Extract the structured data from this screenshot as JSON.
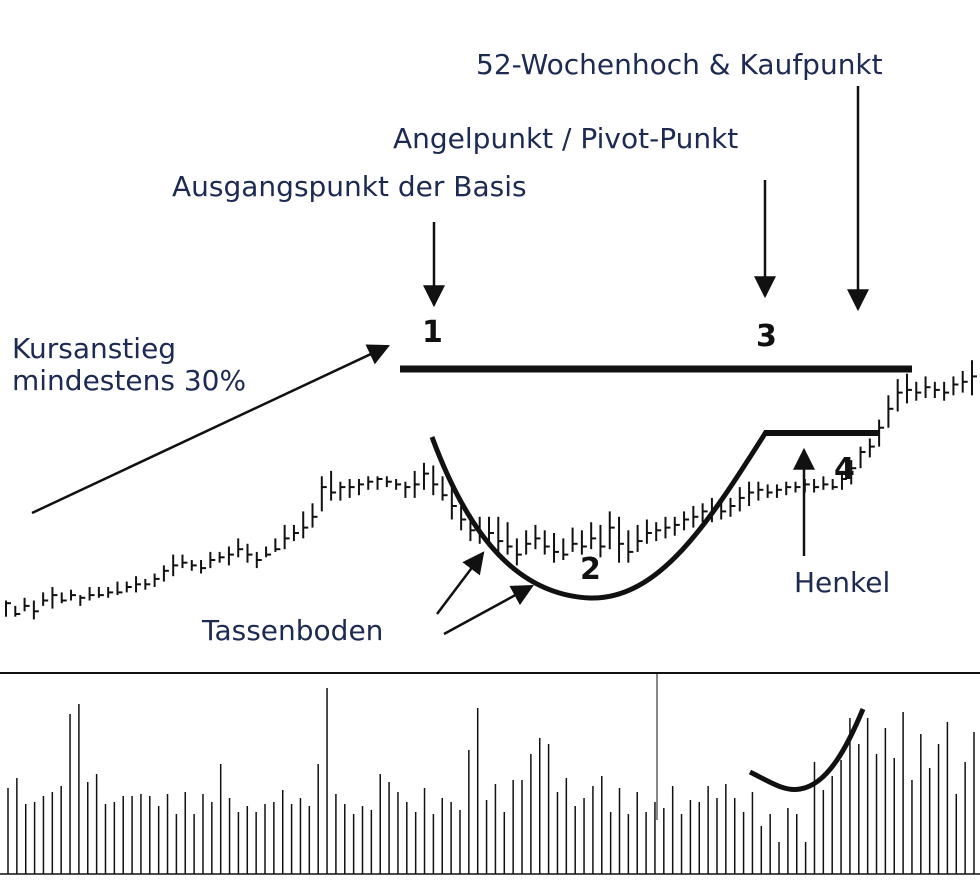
{
  "annotations": {
    "kaufpunkt": "52-Wochenhoch & Kaufpunkt",
    "pivot": "Angelpunkt / Pivot-Punkt",
    "basis": "Ausgangspunkt der Basis",
    "kursanstieg_line1": "Kursanstieg",
    "kursanstieg_line2": "mindestens 30%",
    "tassenboden": "Tassenboden",
    "henkel": "Henkel"
  },
  "markers": {
    "m1": "1",
    "m2": "2",
    "m3": "3",
    "m4": "4"
  },
  "colors": {
    "text": "#1d2a52",
    "ink": "#111111",
    "background": "#ffffff"
  },
  "chart_data": [
    {
      "type": "ohlc",
      "pattern": "cup with handle",
      "panel": "price",
      "y_scale": "relative (no axis printed)",
      "bars": [
        [
          0.35,
          0.29,
          0.34
        ],
        [
          0.33,
          0.29,
          0.3
        ],
        [
          0.36,
          0.31,
          0.33
        ],
        [
          0.35,
          0.28,
          0.31
        ],
        [
          0.38,
          0.33,
          0.35
        ],
        [
          0.4,
          0.32,
          0.37
        ],
        [
          0.38,
          0.34,
          0.35
        ],
        [
          0.39,
          0.35,
          0.37
        ],
        [
          0.37,
          0.33,
          0.36
        ],
        [
          0.4,
          0.35,
          0.37
        ],
        [
          0.4,
          0.36,
          0.37
        ],
        [
          0.4,
          0.36,
          0.38
        ],
        [
          0.42,
          0.37,
          0.38
        ],
        [
          0.42,
          0.38,
          0.4
        ],
        [
          0.44,
          0.38,
          0.41
        ],
        [
          0.43,
          0.39,
          0.41
        ],
        [
          0.45,
          0.4,
          0.43
        ],
        [
          0.48,
          0.42,
          0.46
        ],
        [
          0.52,
          0.44,
          0.48
        ],
        [
          0.52,
          0.47,
          0.49
        ],
        [
          0.5,
          0.46,
          0.48
        ],
        [
          0.5,
          0.45,
          0.47
        ],
        [
          0.53,
          0.47,
          0.5
        ],
        [
          0.53,
          0.49,
          0.51
        ],
        [
          0.55,
          0.48,
          0.52
        ],
        [
          0.58,
          0.51,
          0.54
        ],
        [
          0.56,
          0.49,
          0.52
        ],
        [
          0.53,
          0.47,
          0.5
        ],
        [
          0.55,
          0.51,
          0.52
        ],
        [
          0.58,
          0.53,
          0.54
        ],
        [
          0.63,
          0.54,
          0.58
        ],
        [
          0.63,
          0.57,
          0.6
        ],
        [
          0.68,
          0.58,
          0.62
        ],
        [
          0.71,
          0.62,
          0.66
        ],
        [
          0.81,
          0.68,
          0.77
        ],
        [
          0.83,
          0.72,
          0.75
        ],
        [
          0.79,
          0.72,
          0.77
        ],
        [
          0.8,
          0.73,
          0.77
        ],
        [
          0.8,
          0.74,
          0.78
        ],
        [
          0.81,
          0.76,
          0.79
        ],
        [
          0.81,
          0.76,
          0.8
        ],
        [
          0.81,
          0.77,
          0.79
        ],
        [
          0.8,
          0.76,
          0.78
        ],
        [
          0.79,
          0.73,
          0.77
        ],
        [
          0.83,
          0.73,
          0.78
        ],
        [
          0.86,
          0.76,
          0.82
        ],
        [
          0.85,
          0.74,
          0.78
        ],
        [
          0.81,
          0.72,
          0.74
        ],
        [
          0.77,
          0.65,
          0.7
        ],
        [
          0.7,
          0.61,
          0.65
        ],
        [
          0.67,
          0.57,
          0.61
        ],
        [
          0.66,
          0.56,
          0.59
        ],
        [
          0.66,
          0.56,
          0.6
        ],
        [
          0.66,
          0.52,
          0.57
        ],
        [
          0.64,
          0.52,
          0.55
        ],
        [
          0.58,
          0.48,
          0.52
        ],
        [
          0.61,
          0.52,
          0.56
        ],
        [
          0.63,
          0.54,
          0.58
        ],
        [
          0.61,
          0.52,
          0.55
        ],
        [
          0.6,
          0.49,
          0.53
        ],
        [
          0.58,
          0.5,
          0.52
        ],
        [
          0.62,
          0.53,
          0.56
        ],
        [
          0.61,
          0.52,
          0.55
        ],
        [
          0.64,
          0.54,
          0.58
        ],
        [
          0.63,
          0.51,
          0.55
        ],
        [
          0.68,
          0.54,
          0.62
        ],
        [
          0.66,
          0.49,
          0.56
        ],
        [
          0.61,
          0.49,
          0.53
        ],
        [
          0.63,
          0.53,
          0.57
        ],
        [
          0.65,
          0.56,
          0.6
        ],
        [
          0.64,
          0.57,
          0.61
        ],
        [
          0.66,
          0.58,
          0.62
        ],
        [
          0.66,
          0.59,
          0.63
        ],
        [
          0.68,
          0.61,
          0.65
        ],
        [
          0.7,
          0.62,
          0.66
        ],
        [
          0.71,
          0.64,
          0.68
        ],
        [
          0.73,
          0.64,
          0.69
        ],
        [
          0.72,
          0.65,
          0.68
        ],
        [
          0.73,
          0.66,
          0.7
        ],
        [
          0.77,
          0.68,
          0.73
        ],
        [
          0.79,
          0.7,
          0.75
        ],
        [
          0.79,
          0.72,
          0.76
        ],
        [
          0.78,
          0.73,
          0.75
        ],
        [
          0.78,
          0.73,
          0.76
        ],
        [
          0.79,
          0.74,
          0.77
        ],
        [
          0.79,
          0.75,
          0.77
        ],
        [
          0.8,
          0.75,
          0.78
        ],
        [
          0.8,
          0.75,
          0.77
        ],
        [
          0.81,
          0.76,
          0.78
        ],
        [
          0.8,
          0.76,
          0.77
        ],
        [
          0.82,
          0.76,
          0.8
        ],
        [
          0.87,
          0.78,
          0.84
        ],
        [
          0.92,
          0.84,
          0.9
        ],
        [
          0.95,
          0.88,
          0.92
        ],
        [
          1.02,
          0.92,
          0.99
        ],
        [
          1.11,
          0.99,
          1.06
        ],
        [
          1.17,
          1.05,
          1.12
        ],
        [
          1.19,
          1.08,
          1.13
        ],
        [
          1.16,
          1.09,
          1.12
        ],
        [
          1.18,
          1.1,
          1.14
        ],
        [
          1.16,
          1.1,
          1.13
        ],
        [
          1.16,
          1.09,
          1.12
        ],
        [
          1.18,
          1.11,
          1.15
        ],
        [
          1.2,
          1.12,
          1.16
        ],
        [
          1.24,
          1.11,
          1.18
        ]
      ]
    },
    {
      "type": "bar",
      "panel": "volume",
      "values": [
        0.43,
        0.48,
        0.35,
        0.36,
        0.39,
        0.41,
        0.44,
        0.8,
        0.85,
        0.46,
        0.5,
        0.35,
        0.36,
        0.39,
        0.39,
        0.4,
        0.39,
        0.34,
        0.4,
        0.3,
        0.41,
        0.3,
        0.4,
        0.36,
        0.55,
        0.38,
        0.31,
        0.34,
        0.31,
        0.35,
        0.36,
        0.42,
        0.35,
        0.38,
        0.34,
        0.55,
        0.93,
        0.4,
        0.35,
        0.3,
        0.34,
        0.32,
        0.5,
        0.46,
        0.41,
        0.36,
        0.31,
        0.43,
        0.3,
        0.38,
        0.36,
        0.32,
        0.62,
        0.83,
        0.37,
        0.45,
        0.31,
        0.47,
        0.47,
        0.6,
        0.68,
        0.65,
        0.41,
        0.48,
        0.34,
        0.38,
        0.44,
        0.49,
        0.31,
        0.43,
        0.3,
        0.41,
        0.31,
        0.36,
        0.33,
        0.44,
        0.3,
        0.37,
        0.36,
        0.44,
        0.38,
        0.45,
        0.38,
        0.31,
        0.41,
        0.24,
        0.3,
        0.16,
        0.33,
        0.3,
        0.16,
        0.56,
        0.42,
        0.49,
        0.57,
        0.78,
        0.65,
        0.78,
        0.6,
        0.73,
        0.58,
        0.81,
        0.47,
        0.7,
        0.53,
        0.65,
        0.76,
        0.4,
        0.56,
        0.71
      ]
    }
  ]
}
